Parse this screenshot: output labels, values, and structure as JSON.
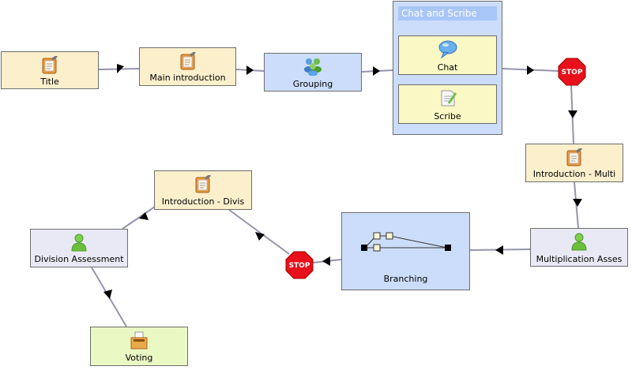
{
  "colors": {
    "info_fill": "#fcefcc",
    "group_fill": "#ccddfb",
    "assess_fill": "#e9e9f6",
    "vote_fill": "#eaf8c4",
    "edge": "#9090a8",
    "stop_red": "#e8101a"
  },
  "nodes": {
    "title": {
      "label": "Title",
      "icon": "notebook-icon"
    },
    "main_intro": {
      "label": "Main introduction",
      "icon": "notebook-icon"
    },
    "grouping": {
      "label": "Grouping",
      "icon": "people-group-icon"
    },
    "chat_scribe": {
      "title": "Chat and Scribe",
      "chat": "Chat",
      "scribe": "Scribe"
    },
    "intro_multi": {
      "label": "Introduction - Multi",
      "icon": "notebook-icon"
    },
    "mult_assess": {
      "label": "Multiplication Asses",
      "icon": "person-icon"
    },
    "branching": {
      "label": "Branching",
      "icon": "branching-icon"
    },
    "intro_divis": {
      "label": "Introduction - Divis",
      "icon": "notebook-icon"
    },
    "div_assess": {
      "label": "Division Assessment",
      "icon": "person-icon"
    },
    "voting": {
      "label": "Voting",
      "icon": "ballot-box-icon"
    }
  },
  "stops": {
    "stop1": "STOP",
    "stop2": "STOP"
  }
}
